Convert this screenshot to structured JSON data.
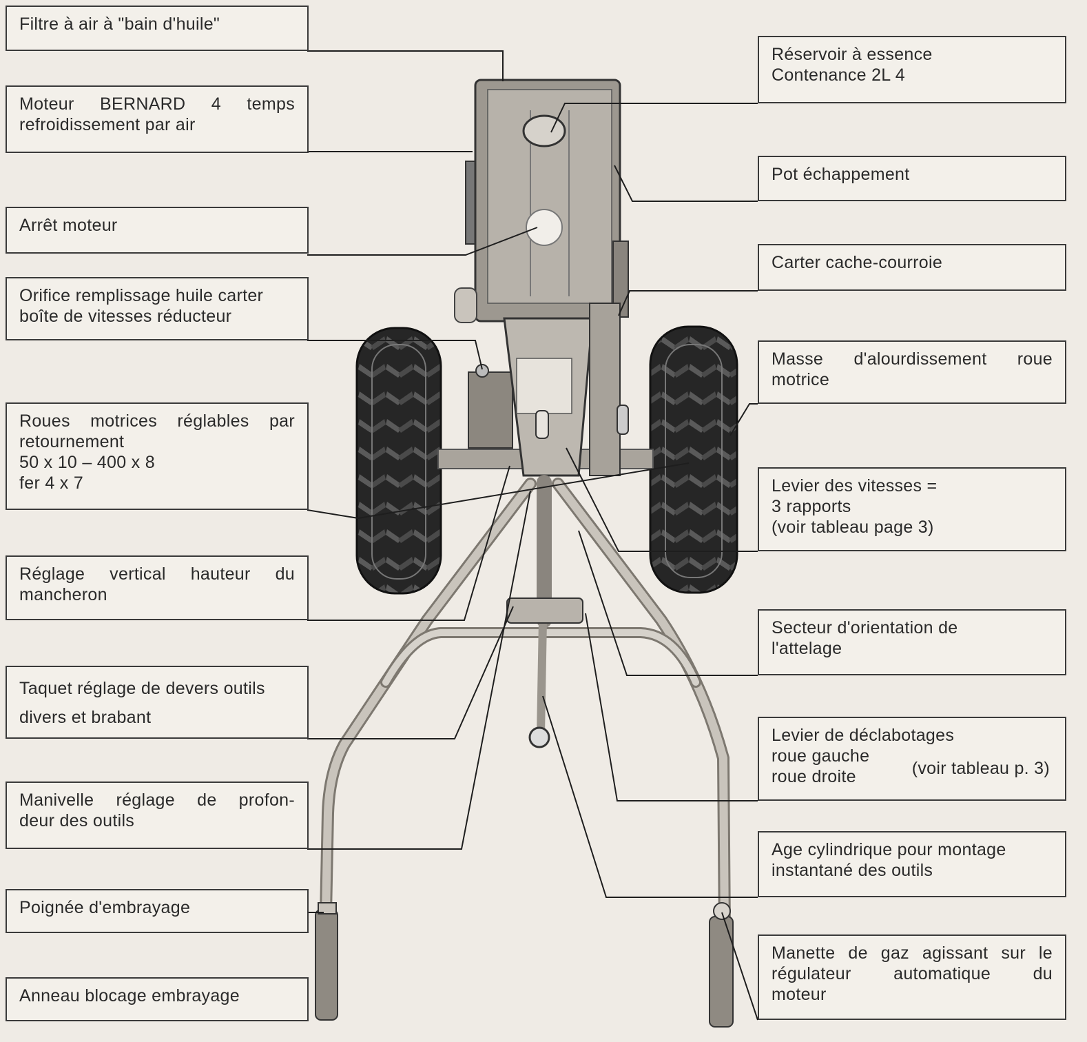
{
  "labels": {
    "filtre": [
      "Filtre à air à \"bain d'huile\""
    ],
    "moteur": [
      "Moteur  BERNARD  4  temps",
      "refroidissement  par  air"
    ],
    "arret": [
      "Arrêt  moteur"
    ],
    "orifice": [
      "Orifice remplissage huile carter",
      "boîte  de  vitesses réducteur"
    ],
    "roues": [
      "Roues  motrices  réglables  par",
      "retournement",
      "50  x  10  –  400  x  8",
      "fer  4  x  7"
    ],
    "reglage": [
      "Réglage  vertical  hauteur  du",
      "mancheron"
    ],
    "taquet": [
      "Taquet réglage de devers outils",
      "divers et brabant"
    ],
    "manivelle": [
      "Manivelle  réglage  de  profon-",
      "deur  des  outils"
    ],
    "poignee": [
      "Poignée  d'embrayage"
    ],
    "anneau": [
      "Anneau  blocage  embrayage"
    ],
    "reservoir": [
      "Réservoir  à  essence",
      "Contenance  2L 4"
    ],
    "pot": [
      "Pot  échappement"
    ],
    "carter": [
      "Carter  cache-courroie"
    ],
    "masse": [
      "Masse   d'alourdissement  roue",
      "motrice"
    ],
    "levier_vitesses": [
      "Levier des vitesses  =",
      "3 rapports",
      "(voir tableau page 3)"
    ],
    "secteur": [
      "Secteur d'orientation de",
      "l'attelage"
    ],
    "levier_decl": [
      "Levier de déclabotages",
      "roue gauche",
      "roue droite"
    ],
    "levier_decl_note": "(voir tableau p. 3)",
    "age": [
      "Age cylindrique pour montage",
      "instantané des outils"
    ],
    "manette": [
      "Manette  de  gaz  agissant  sur  le",
      "régulateur     automatique     du",
      "moteur"
    ]
  }
}
